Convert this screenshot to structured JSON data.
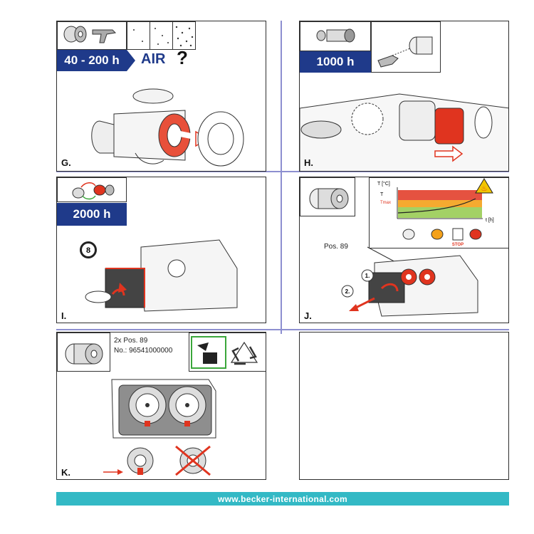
{
  "panels": {
    "G": {
      "letter": "G.",
      "interval": "40 - 200 h",
      "air_label": "AIR",
      "question": "?"
    },
    "H": {
      "letter": "H.",
      "interval": "1000 h"
    },
    "I": {
      "letter": "I.",
      "interval": "2000 h",
      "callout": "8"
    },
    "J": {
      "letter": "J.",
      "pos_label": "Pos. 89",
      "axis_y": "T [°C]",
      "axis_x": "t [h]",
      "t_max": "Tmax",
      "t_flame": "T",
      "stop_label": "STOP",
      "step1": "1.",
      "step2": "2."
    },
    "K": {
      "letter": "K.",
      "parts_qty": "2x Pos. 89",
      "parts_no": "No.: 96541000000"
    }
  },
  "footer": {
    "url": "www.becker-international.com"
  },
  "colors": {
    "badge": "#1f3a8a",
    "accent_red": "#e0341f",
    "footer": "#33b9c5",
    "divider": "#8d8fd0"
  }
}
